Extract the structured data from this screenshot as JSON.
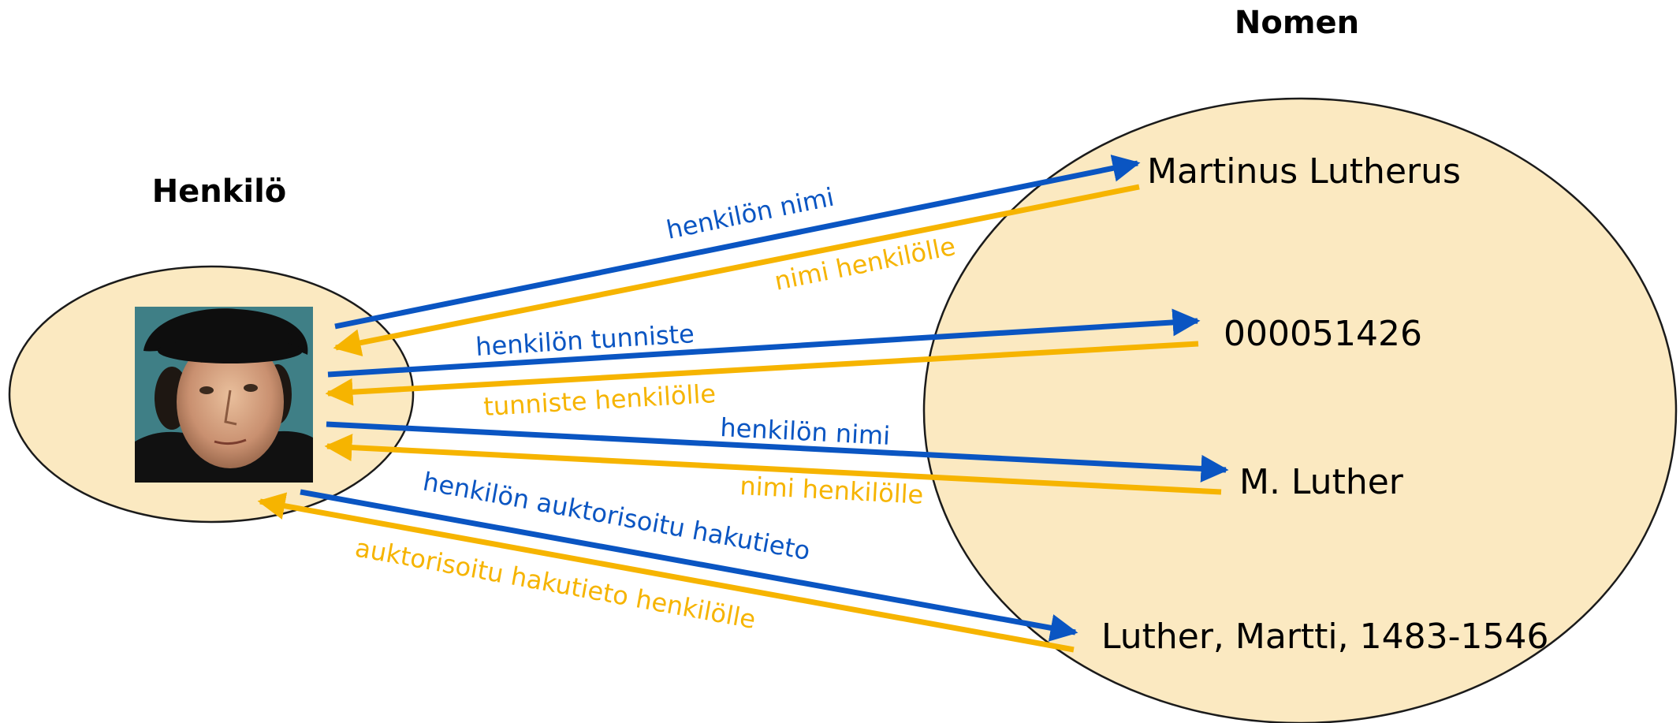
{
  "titles": {
    "person": "Henkilö",
    "nomen": "Nomen"
  },
  "nodes": [
    "Martinus Lutherus",
    "000051426",
    "M. Luther",
    "Luther, Martti, 1483-1546"
  ],
  "relations": [
    {
      "to_nomen": "henkilön nimi",
      "to_person": "nimi henkilölle"
    },
    {
      "to_nomen": "henkilön tunniste",
      "to_person": "tunniste henkilölle"
    },
    {
      "to_nomen": "henkilön nimi",
      "to_person": "nimi henkilölle"
    },
    {
      "to_nomen": "henkilön auktorisoitu hakutieto",
      "to_person": "auktorisoitu hakutieto henkilölle"
    }
  ],
  "colors": {
    "blue": "#0a55c2",
    "gold": "#f6b400",
    "ellipse_fill": "#fbe9c1",
    "ellipse_stroke": "#1b1b1b"
  },
  "portrait": {
    "icon": "portrait-of-martin-luther"
  }
}
